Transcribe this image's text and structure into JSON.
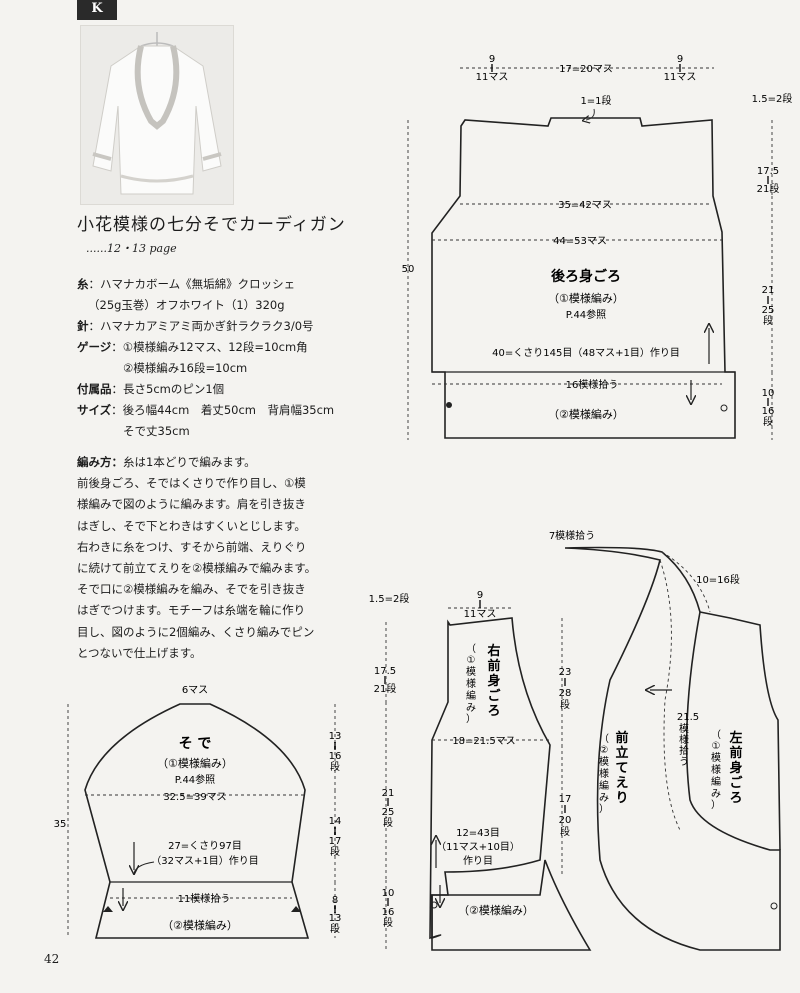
{
  "header": {
    "badge": "K",
    "page_number": "42"
  },
  "product": {
    "title": "小花模様の七分そでカーディガン",
    "page_ref": "......12・13 page"
  },
  "specs": [
    {
      "key": "糸",
      "value": "：ハマナカボーム《無垢綿》クロッシェ"
    },
    {
      "key": "",
      "value": "（25g玉巻）オフホワイト（1）320g"
    },
    {
      "key": "針",
      "value": "：ハマナカアミアミ両かぎ針ラクラク3/0号"
    },
    {
      "key": "ゲージ",
      "value": "：①模様編み12マス、12段=10cm角"
    },
    {
      "key": "",
      "value": "②模様編み16段=10cm"
    },
    {
      "key": "付属品",
      "value": "：長さ5cmのピン1個"
    },
    {
      "key": "サイズ",
      "value": "：後ろ幅44cm　着丈50cm　背肩幅35cm"
    },
    {
      "key": "",
      "value": "そで丈35cm"
    }
  ],
  "method": {
    "heading": "編み方：",
    "lines": [
      "糸は1本どりで編みます。",
      "前後身ごろ、そではくさりで作り目し、①模",
      "様編みで図のように編みます。肩を引き抜き",
      "はぎし、そで下とわきはすくいとじします。",
      "右わきに糸をつけ、すそから前端、えりぐり",
      "に続けて前立てえりを②模様編みで編みます。",
      "そで口に②模様編みを編み、そでを引き抜き",
      "はぎでつけます。モチーフは糸端を輪に作り",
      "目し、図のように2個編み、くさり編みでピン",
      "とつないで仕上げます。"
    ]
  },
  "back": {
    "top_left": [
      "9",
      "‖",
      "11マス"
    ],
    "top_mid": "17=20マス",
    "top_right": [
      "9",
      "‖",
      "11マス"
    ],
    "neck": "1=1段",
    "shoulder": "1.5=2段",
    "armhole": [
      "17.5",
      "‖",
      "21段"
    ],
    "width35": "35=42マス",
    "width44": "44=53マス",
    "height": "50",
    "label": "後ろ身ごろ",
    "pattern1": "（①模様編み）",
    "ref": "P.44参照",
    "side": [
      "21",
      "‖",
      "25",
      "段"
    ],
    "foundation": "40=くさり145目（48マス+1目）作り目",
    "pickup": "16模様拾う",
    "hem_side": [
      "10",
      "‖",
      "16",
      "段"
    ],
    "pattern2": "（②模様編み）"
  },
  "sleeve": {
    "top": "6マス",
    "label": "そ で",
    "pattern1": "（①模様編み）",
    "ref": "P.44参照",
    "width": "32.5=39マス",
    "cap": [
      "13",
      "‖",
      "16",
      "段"
    ],
    "height": "35",
    "mid": [
      "14",
      "‖",
      "17",
      "段"
    ],
    "foundation1": "27=くさり97目",
    "foundation2": "（32マス+1目）作り目",
    "pickup": "11模様拾う",
    "cuff": [
      "8",
      "‖",
      "13",
      "段"
    ],
    "pattern2": "（②模様編み）"
  },
  "right_front": {
    "shoulder": "1.5=2段",
    "top": [
      "9",
      "‖",
      "11マス"
    ],
    "label": [
      "右",
      "前",
      "身",
      "ご",
      "ろ"
    ],
    "pattern1": [
      "（",
      "①",
      "模",
      "様",
      "編",
      "み",
      "）"
    ],
    "armhole": [
      "17.5",
      "‖",
      "21段"
    ],
    "width": "18=21.5マス",
    "upper": [
      "23",
      "‖",
      "28",
      "段"
    ],
    "side": [
      "21",
      "‖",
      "25",
      "段"
    ],
    "lower": [
      "17",
      "‖",
      "20",
      "段"
    ],
    "foundation1": "12=43目",
    "foundation2": "（11マス+10目）",
    "foundation3": "作り目",
    "hem": [
      "10",
      "‖",
      "16",
      "段"
    ],
    "pattern2": "（②模様編み）"
  },
  "front_band": {
    "pickup7": "7模様拾う",
    "top": "10=16段",
    "label": [
      "前",
      "立",
      "て",
      "え",
      "り"
    ],
    "pattern2": [
      "（",
      "②",
      "模",
      "様",
      "編",
      "み",
      "）"
    ],
    "pickup215": [
      "21.5",
      "模",
      "様",
      "拾",
      "う"
    ]
  },
  "left_front": {
    "label": [
      "左",
      "前",
      "身",
      "ご",
      "ろ"
    ],
    "pattern1": [
      "（",
      "①",
      "模",
      "様",
      "編",
      "み",
      "）"
    ]
  }
}
